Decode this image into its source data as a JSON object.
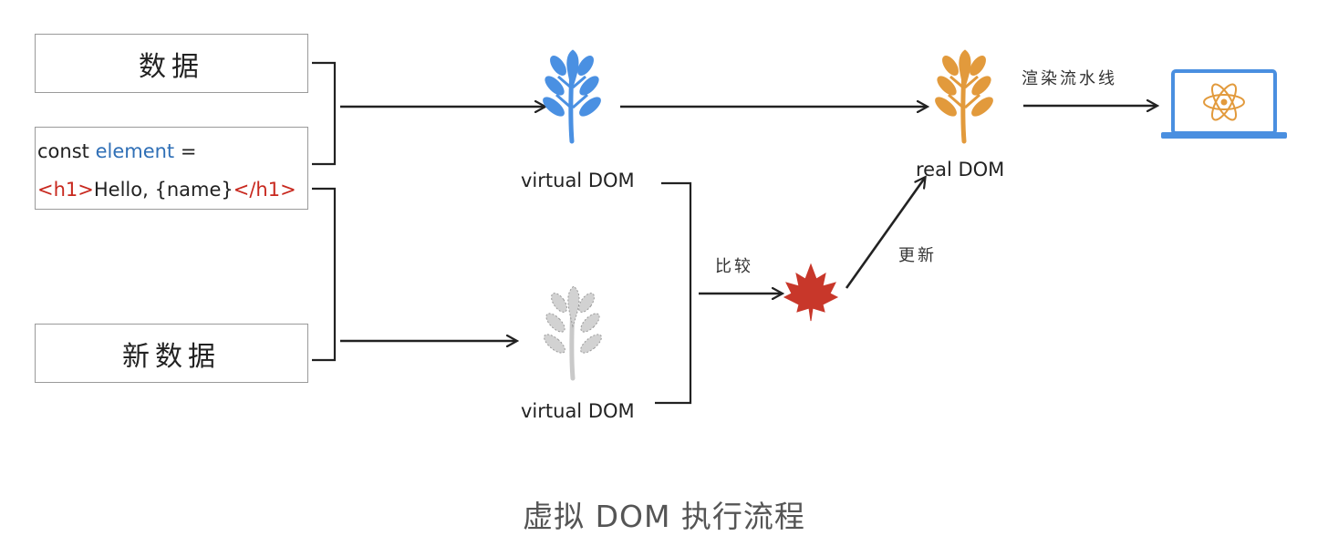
{
  "boxes": {
    "data_label": "数据",
    "new_data_label": "新数据"
  },
  "code": {
    "line1_prefix": "const ",
    "line1_keyword": "element",
    "line1_suffix": " =",
    "line2_open_tag": "<h1>",
    "line2_text": "Hello, {name}",
    "line2_close_tag": "</h1>"
  },
  "nodes": {
    "virtual_dom_top": "virtual DOM",
    "virtual_dom_bottom": "virtual DOM",
    "real_dom": "real DOM"
  },
  "edges": {
    "compare": "比较",
    "update": "更新",
    "render_pipeline": "渲染流水线"
  },
  "caption": "虚拟 DOM 执行流程",
  "colors": {
    "tree_blue": "#4a90e2",
    "tree_orange": "#e29a3c",
    "tree_gray": "#c9c9c9",
    "leaf_red": "#c8372a",
    "screen_blue": "#4a8fe0",
    "atom_orange": "#e29a3c"
  },
  "icons": [
    "blue-tree-icon",
    "orange-tree-icon",
    "gray-tree-icon",
    "maple-leaf-icon",
    "screen-atom-icon"
  ]
}
